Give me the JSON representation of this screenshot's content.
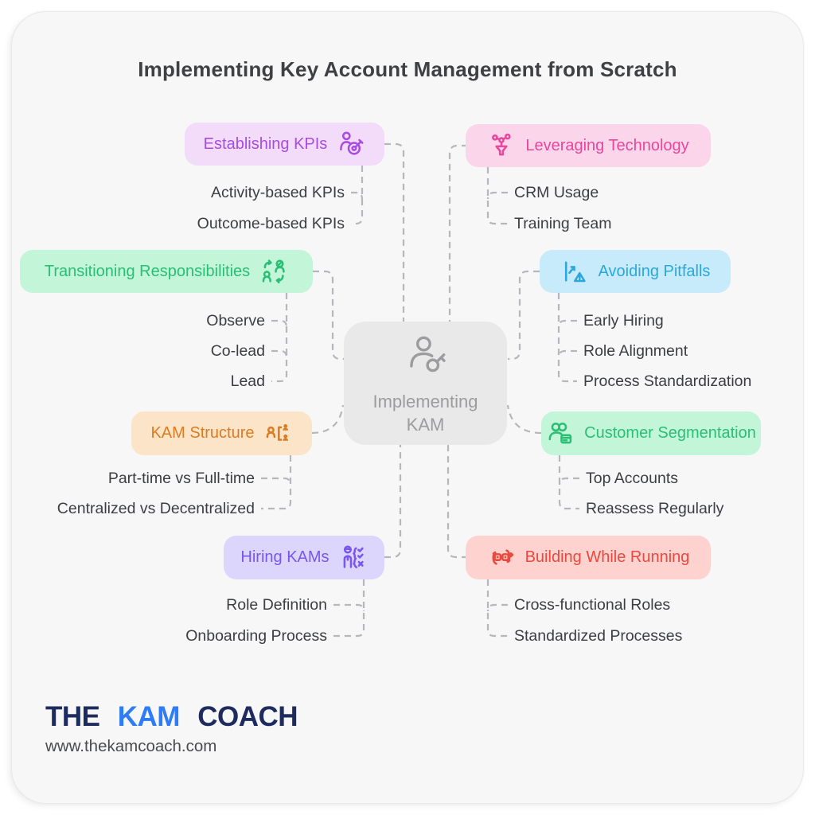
{
  "title": "Implementing Key Account Management from Scratch",
  "center": {
    "label": "Implementing KAM",
    "icon": "person-key-icon",
    "bg": "#e9e9ea",
    "color": "#9c9c9e"
  },
  "branches": [
    {
      "id": "establishing-kpis",
      "label": "Establishing KPIs",
      "icon": "person-target-icon",
      "bg": "#f2dcfa",
      "color": "#a94ce2",
      "children": [
        "Activity-based KPIs",
        "Outcome-based KPIs"
      ]
    },
    {
      "id": "leveraging-technology",
      "label": "Leveraging Technology",
      "icon": "network-funnel-icon",
      "bg": "#fbd5ea",
      "color": "#e8479d",
      "children": [
        "CRM Usage",
        "Training Team"
      ]
    },
    {
      "id": "transitioning-responsibilities",
      "label": "Transitioning Responsibilities",
      "icon": "people-swap-icon",
      "bg": "#c3f5d9",
      "color": "#2abf74",
      "children": [
        "Observe",
        "Co-lead",
        "Lead"
      ]
    },
    {
      "id": "avoiding-pitfalls",
      "label": "Avoiding Pitfalls",
      "icon": "chart-warning-icon",
      "bg": "#c7ebfa",
      "color": "#2ca7dc",
      "children": [
        "Early Hiring",
        "Role Alignment",
        "Process Standardization"
      ]
    },
    {
      "id": "kam-structure",
      "label": "KAM Structure",
      "icon": "org-structure-icon",
      "bg": "#fce4c8",
      "color": "#dd7b21",
      "children": [
        "Part-time vs Full-time",
        "Centralized vs Decentralized"
      ]
    },
    {
      "id": "customer-segmentation",
      "label": "Customer Segmentation",
      "icon": "people-card-icon",
      "bg": "#c3f5d9",
      "color": "#2abf74",
      "children": [
        "Top Accounts",
        "Reassess Regularly"
      ]
    },
    {
      "id": "hiring-kams",
      "label": "Hiring KAMs",
      "icon": "person-checklist-icon",
      "bg": "#dcd6fd",
      "color": "#7a55f0",
      "children": [
        "Role Definition",
        "Onboarding Process"
      ]
    },
    {
      "id": "building-while-running",
      "label": "Building While Running",
      "icon": "process-sync-icon",
      "bg": "#fdd2cf",
      "color": "#e9493f",
      "children": [
        "Cross-functional Roles",
        "Standardized Processes"
      ]
    }
  ],
  "colors": {
    "canvas": "#f7f7f8",
    "connector": "#b5b7ba",
    "child_text": "#3c3e41",
    "title_text": "#3e4043"
  },
  "footer": {
    "logo_the": "THE",
    "logo_kam": "KAM",
    "logo_coach": "COACH",
    "logo_navy": "#1e2b5f",
    "logo_blue": "#2e7cf6",
    "url": "www.thekamcoach.com"
  }
}
